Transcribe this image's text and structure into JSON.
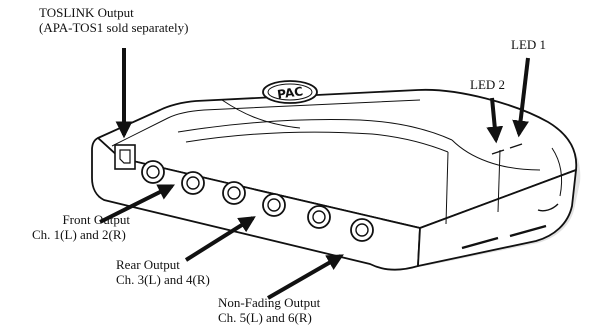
{
  "callouts": {
    "toslink": {
      "line1": "TOSLINK Output",
      "line2": "(APA-TOS1 sold separately)"
    },
    "led1": "LED 1",
    "led2": "LED 2",
    "front": {
      "line1": "Front Output",
      "line2": "Ch. 1(L) and 2(R)"
    },
    "rear": {
      "line1": "Rear Output",
      "line2": "Ch. 3(L) and 4(R)"
    },
    "nonfading": {
      "line1": "Non-Fading Output",
      "line2": "Ch. 5(L) and 6(R)"
    }
  },
  "logo_text": "PAC",
  "colors": {
    "ink": "#111111",
    "body_fill": "#ffffff",
    "shade": "#e2e2e2"
  }
}
